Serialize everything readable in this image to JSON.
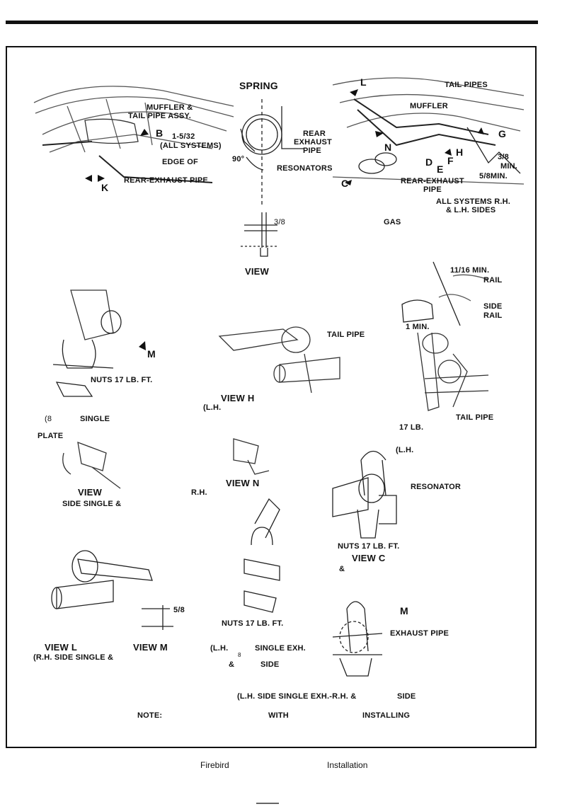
{
  "labels": {
    "spring": "SPRING",
    "l_top": "L",
    "tail_pipes": "TAIL PIPES",
    "muffler_tail_assy_1": "MUFFLER &",
    "muffler_tail_assy_2": "TAIL PIPE ASSY.",
    "muffler": "MUFFLER",
    "b": "B",
    "dim_1532": "1-5/32",
    "all_systems_paren": "(ALL SYSTEMS)",
    "edge_of": "EDGE OF",
    "rear_exhaust_pipe": "REAR-EXHAUST PIPE",
    "k": "K",
    "deg90": "90°",
    "rear_exhaust_1": "REAR",
    "rear_exhaust_2": "EXHAUST",
    "rear_exhaust_3": "PIPE",
    "n": "N",
    "g": "G",
    "h": "H",
    "f": "F",
    "d": "D",
    "e": "E",
    "dim_38_min_1": "3/8",
    "dim_38_min_2": "MIN.",
    "dim_58_min": "5/8MIN.",
    "resonators": "RESONATORS",
    "c": "C",
    "rear_exhaust_pipe_2a": "REAR-EXHAUST",
    "rear_exhaust_pipe_2b": "PIPE",
    "all_systems_rh_1": "ALL SYSTEMS R.H.",
    "all_systems_rh_2": "& L.H. SIDES",
    "dim_38": "3/8",
    "gas": "GAS",
    "view_top": "VIEW",
    "dim_1116_min": "11/16 MIN.",
    "rail": "RAIL",
    "side": "SIDE",
    "rail2": "RAIL",
    "one_min": "1 MIN.",
    "m_arrow": "M",
    "nuts_1": "NUTS 17 LB. FT.",
    "tail_pipe_h": "TAIL PIPE",
    "view_h": "VIEW H",
    "lh_paren": "(L.H.",
    "single_paren_1": "(8",
    "single_1": "SINGLE",
    "tail_pipe_r": "TAIL PIPE",
    "lb_17": "17 LB.",
    "plate": "PLATE",
    "lh_paren_2": "(L.H.",
    "view_n": "VIEW N",
    "rh_dual": "R.H.",
    "resonator": "RESONATOR",
    "view_left": "VIEW",
    "side_single_amp": "SIDE SINGLE &",
    "nuts_c": "NUTS 17 LB. FT.",
    "view_c": "VIEW C",
    "amp_c": "&",
    "dim_58_side": "5/8",
    "nuts_m": "NUTS 17 LB. FT.",
    "m_small": "M",
    "exhaust_pipe": "EXHAUST PIPE",
    "view_l": "VIEW L",
    "view_m": "VIEW M",
    "rh_side_single": "(R.H. SIDE SINGLE &",
    "lh_8_single": "(L.H.",
    "eight": "8",
    "single_exh": "SINGLE EXH.",
    "amp_side_1": "&",
    "side_word": "SIDE",
    "bottom_caption_1": "(L.H. SIDE SINGLE EXH.-R.H. &",
    "bottom_caption_2": "SIDE",
    "note": "NOTE:",
    "with": "WITH",
    "installing": "INSTALLING"
  },
  "footer": {
    "firebird": "Firebird",
    "installation": "Installation"
  }
}
